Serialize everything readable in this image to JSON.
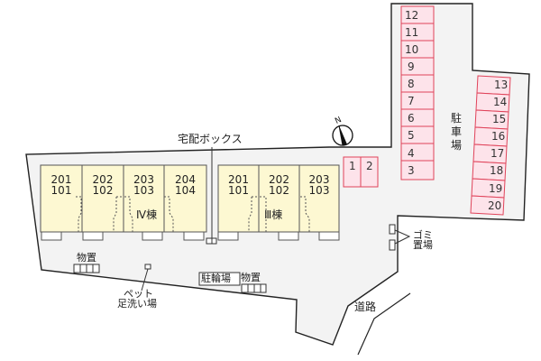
{
  "colors": {
    "lot_fill": "#f3f3f3",
    "outline": "#222222",
    "building_fill": "#fdf8d2",
    "parking_fill": "#fde3ea",
    "parking_stroke": "#e0435a"
  },
  "labels": {
    "delivery_box": "宅配ボックス",
    "parking_lot": "駐車場",
    "garbage_1": "ゴミ",
    "garbage_2": "置場",
    "storage_left": "物置",
    "storage_right": "物置",
    "bicycle_parking": "駐輪場",
    "pet_wash_1": "ペット",
    "pet_wash_2": "足洗い場",
    "road": "道路",
    "north": "N"
  },
  "buildings": [
    {
      "name": "Ⅳ棟",
      "units": [
        {
          "upper": "201",
          "lower": "101"
        },
        {
          "upper": "202",
          "lower": "102"
        },
        {
          "upper": "203",
          "lower": "103"
        },
        {
          "upper": "204",
          "lower": "104"
        }
      ]
    },
    {
      "name": "Ⅲ棟",
      "units": [
        {
          "upper": "201",
          "lower": "101"
        },
        {
          "upper": "202",
          "lower": "102"
        },
        {
          "upper": "203",
          "lower": "103"
        }
      ]
    }
  ],
  "parking": {
    "front_spaces": [
      "1",
      "2"
    ],
    "left_column": [
      "12",
      "11",
      "10",
      "9",
      "8",
      "7",
      "6",
      "5",
      "4",
      "3"
    ],
    "right_column": [
      "13",
      "14",
      "15",
      "16",
      "17",
      "18",
      "19",
      "20"
    ]
  }
}
